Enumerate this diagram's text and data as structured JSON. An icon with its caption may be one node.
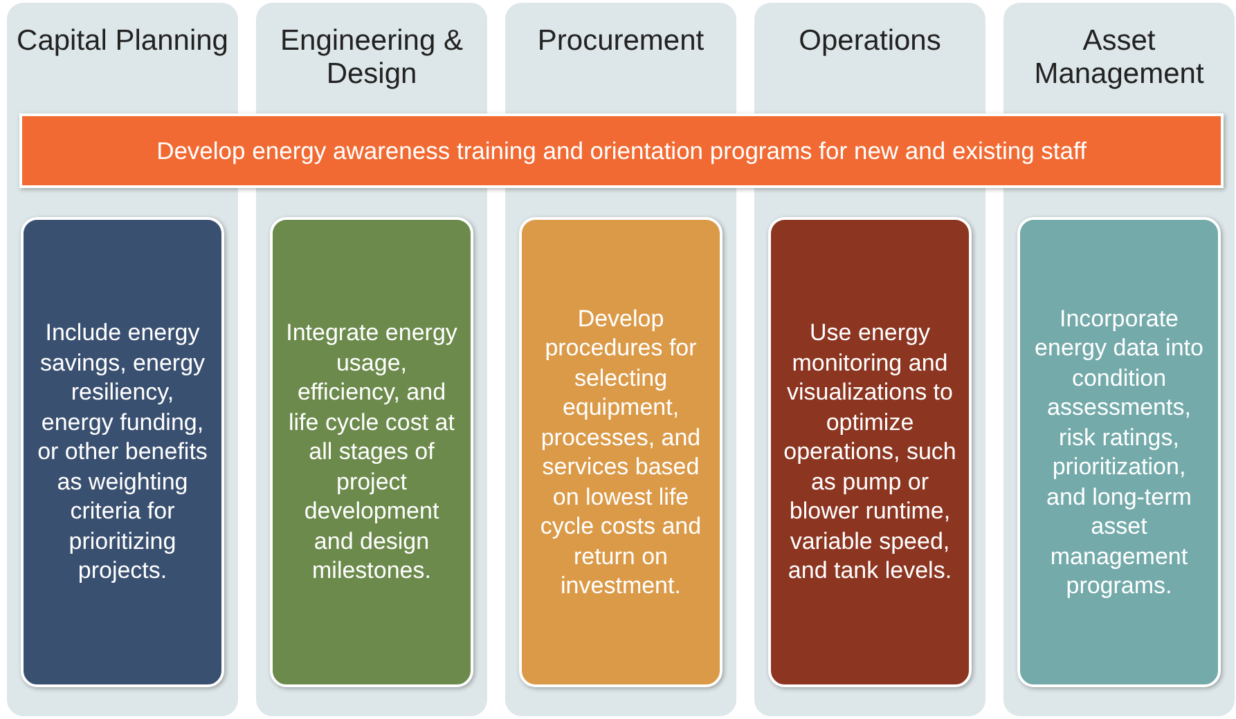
{
  "diagram": {
    "nodes": [
      {
        "text": [
          "Capital Planning"
        ]
      },
      {
        "text": [
          "Engineering & Design"
        ]
      },
      {
        "text": [
          "Procurement"
        ]
      },
      {
        "text": [
          "Operations"
        ]
      },
      {
        "text": [
          "Asset Management"
        ]
      },
      {
        "text": [
          "Develop energy awareness training and orientation programs for new and existing staff"
        ]
      },
      {
        "text": [
          "Include energy savings, energy resiliency, energy funding, or other benefits as weighting criteria for prioritizing projects."
        ],
        "in": 0
      },
      {
        "text": [
          "Integrate energy usage, efficiency, and life cycle cost at all stages of project development and design milestones."
        ],
        "in": 1
      },
      {
        "text": [
          "Develop procedures for selecting equipment, processes, and services based on lowest life cycle costs and return on investment."
        ],
        "in": 2
      },
      {
        "text": [
          "Use energy monitoring and visualizations to optimize operations, such as pump or blower runtime, variable speed, and tank levels."
        ],
        "in": 3
      },
      {
        "text": [
          "Incorporate energy data into condition assessments, risk ratings, prioritization, and long-term asset management programs."
        ],
        "in": 4
      }
    ],
    "edges": []
  }
}
